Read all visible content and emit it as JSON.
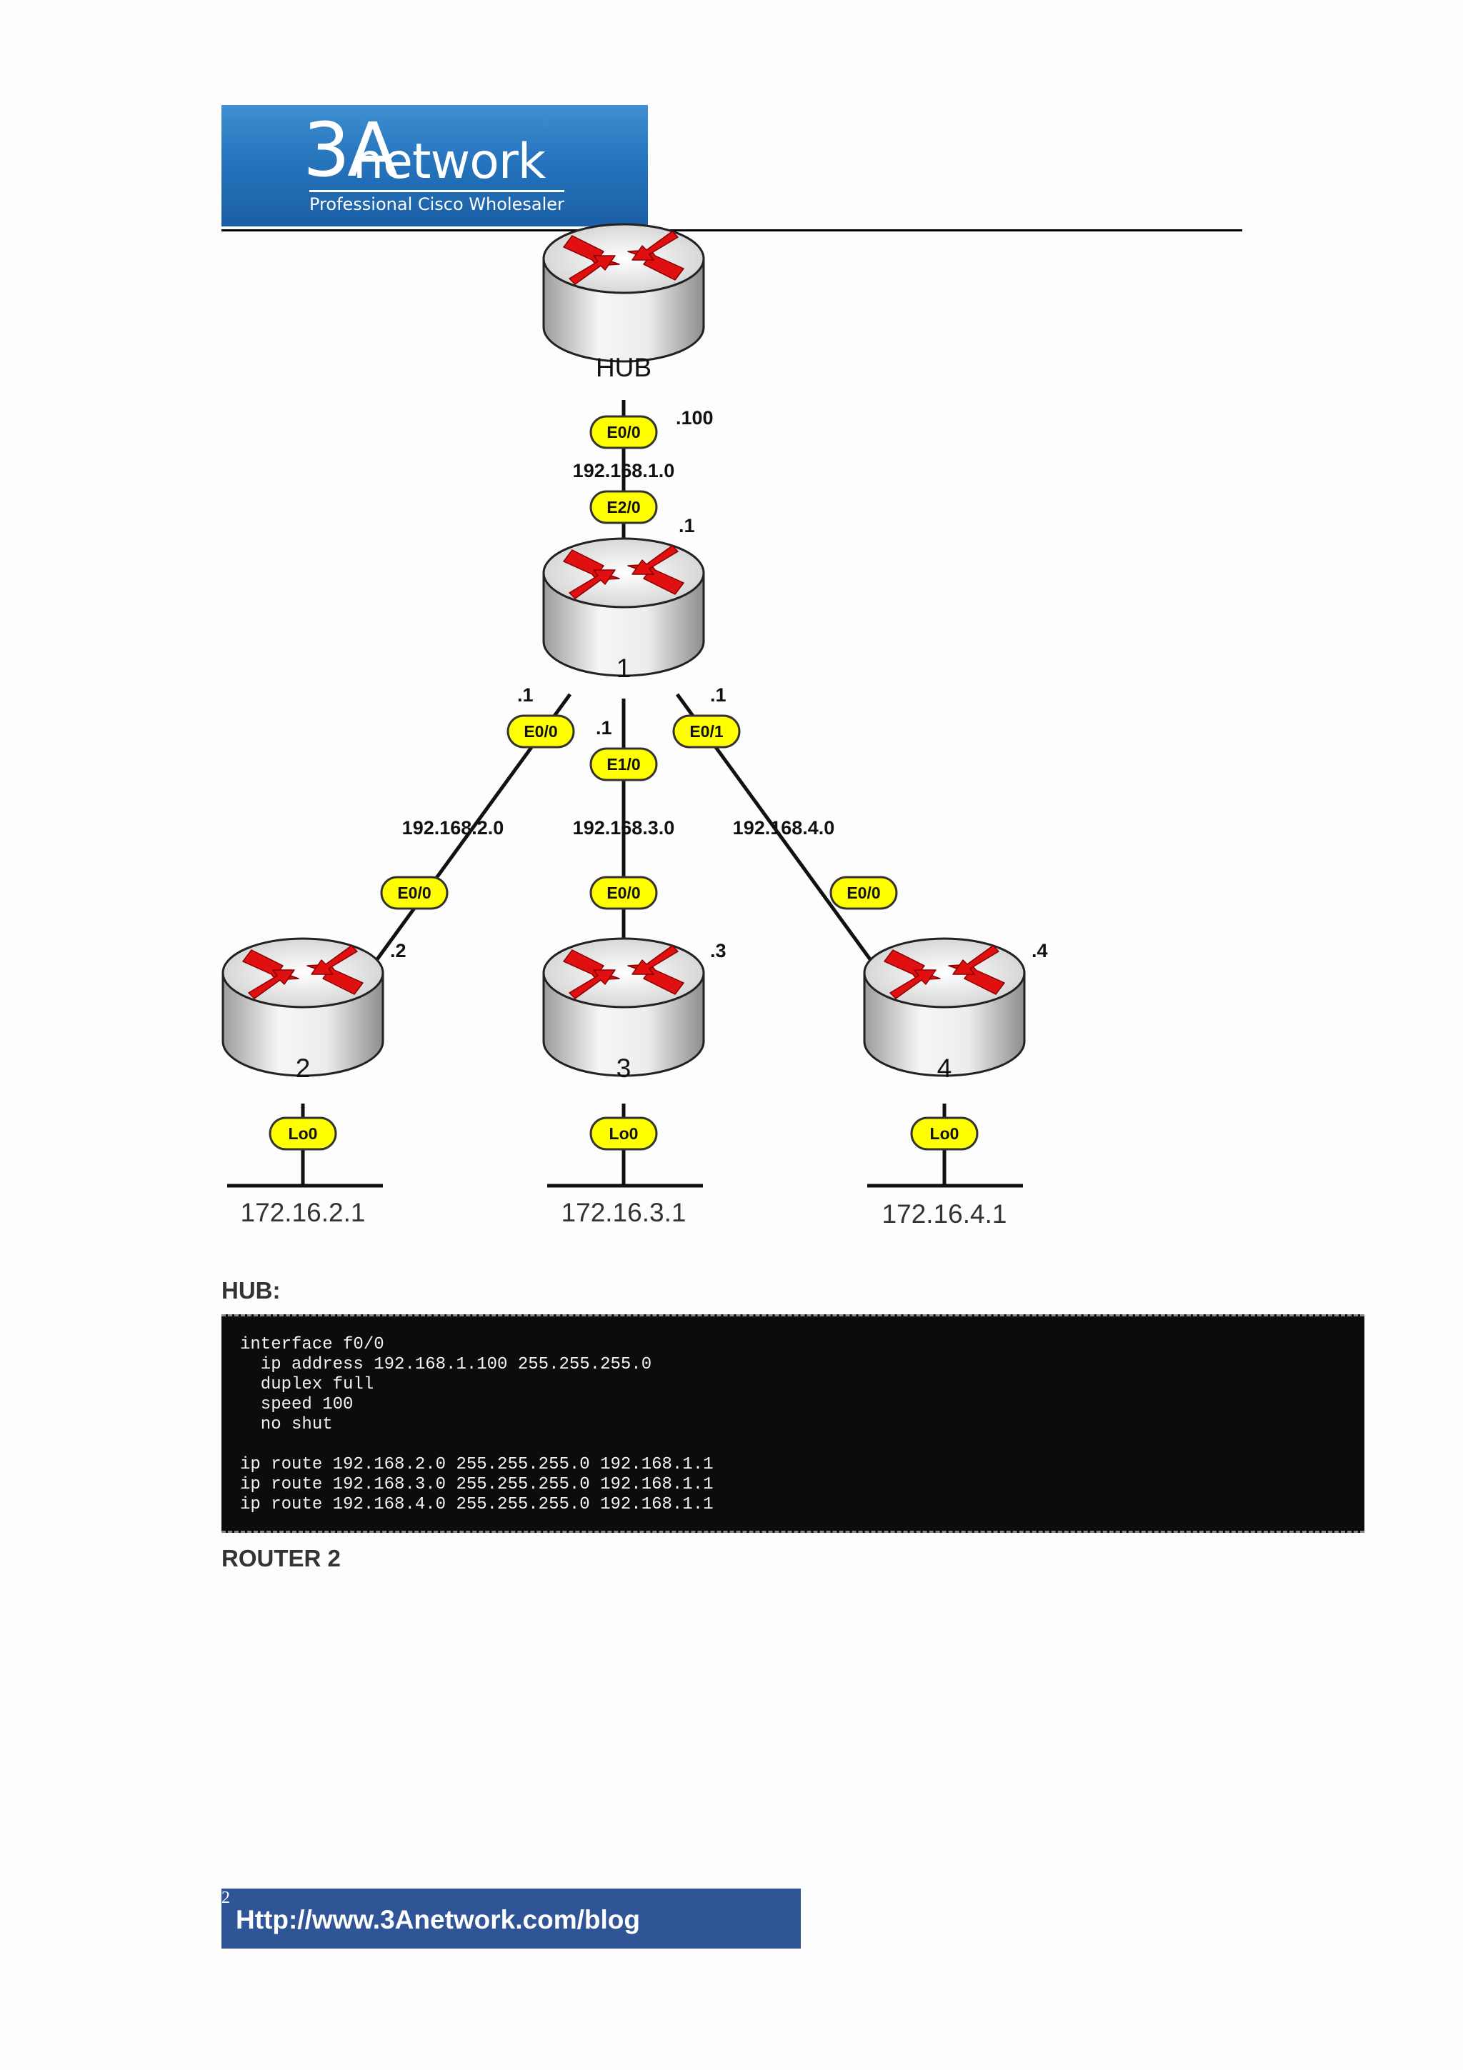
{
  "logo": {
    "brand_mark": "3A",
    "brand_word": "network",
    "tagline": "Professional Cisco Wholesaler"
  },
  "routers": [
    {
      "label": "HUB"
    },
    {
      "label": "1"
    },
    {
      "label": "2"
    },
    {
      "label": "3"
    },
    {
      "label": "4"
    }
  ],
  "interfaces": {
    "hub_e00": "E0/0",
    "r1_e20": "E2/0",
    "r1_e00": "E0/0",
    "r1_e10": "E1/0",
    "r1_e01": "E0/1",
    "r2_e00": "E0/0",
    "r3_e00": "E0/0",
    "r4_e00": "E0/0",
    "r2_lo0": "Lo0",
    "r3_lo0": "Lo0",
    "r4_lo0": "Lo0"
  },
  "host_ids": {
    "hub": ".100",
    "r1_e20": ".1",
    "r1_e00": ".1",
    "r1_e10": ".1",
    "r1_e01": ".1",
    "r2": ".2",
    "r3": ".3",
    "r4": ".4"
  },
  "networks": {
    "hub_r1": "192.168.1.0",
    "r1_r2": "192.168.2.0",
    "r1_r3": "192.168.3.0",
    "r1_r4": "192.168.4.0"
  },
  "loopbacks": {
    "r2": "172.16.2.1",
    "r3": "172.16.3.1",
    "r4": "172.16.4.1"
  },
  "sections": {
    "hub": "HUB:",
    "router2": "ROUTER 2"
  },
  "hub_config": "interface f0/0\n  ip address 192.168.1.100 255.255.255.0\n  duplex full\n  speed 100\n  no shut\n\nip route 192.168.2.0 255.255.255.0 192.168.1.1\nip route 192.168.3.0 255.255.255.0 192.168.1.1\nip route 192.168.4.0 255.255.255.0 192.168.1.1",
  "footer": {
    "url": "Http://www.3Anetwork.com/blog",
    "page_number": "2"
  },
  "colors": {
    "interface_badge": "#ffff00",
    "router_arrow": "#e01010",
    "footer_bar": "#2f5597",
    "logo_blue": "#2675bd"
  }
}
